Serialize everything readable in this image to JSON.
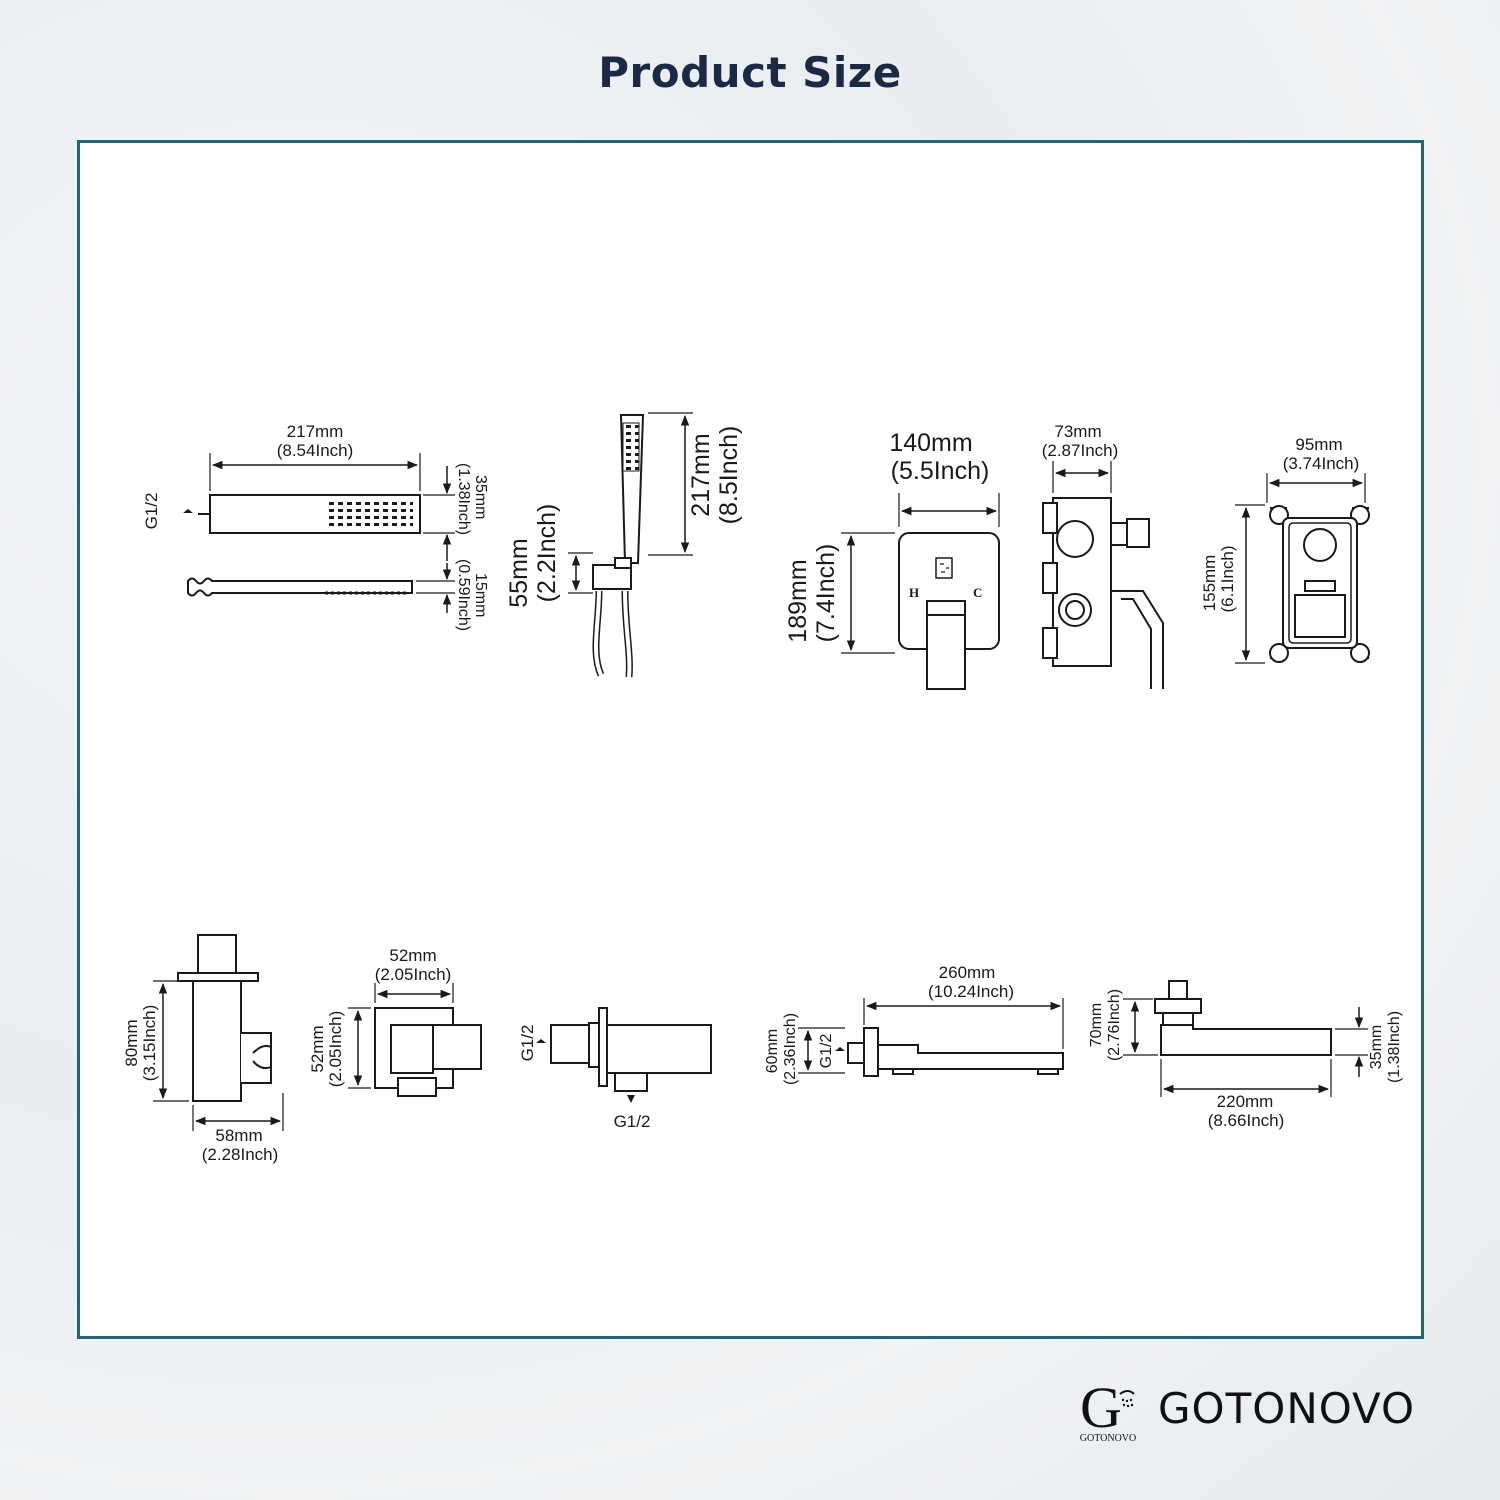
{
  "title": "Product Size",
  "brand": {
    "name": "GOTONOVO",
    "logo_text": "GOTONOVO",
    "logo_letter": "G"
  },
  "colors": {
    "title": "#1b2a44",
    "frame_border": "#1f6679",
    "line": "#1a1a1a"
  },
  "dims": {
    "hand_len": [
      "217mm",
      "(8.54Inch)"
    ],
    "hand_head": [
      "35mm",
      "(1.38Inch)"
    ],
    "hand_thick": [
      "15mm",
      "(0.59Inch)"
    ],
    "hand_thread": "G1/2",
    "holder_h": [
      "55mm",
      "(2.2Inch)"
    ],
    "hand_height": [
      "217mm",
      "(8.5Inch)"
    ],
    "plate_w": [
      "140mm",
      "(5.5Inch)"
    ],
    "plate_h": [
      "189mm",
      "(7.4Inch)"
    ],
    "plate_h_label": "H",
    "plate_c_label": "C",
    "valve_depth": [
      "73mm",
      "(2.87Inch)"
    ],
    "box_w": [
      "95mm",
      "(3.74Inch)"
    ],
    "box_h": [
      "155mm",
      "(6.1Inch)"
    ],
    "bracket_h": [
      "80mm",
      "(3.15Inch)"
    ],
    "bracket_w": [
      "58mm",
      "(2.28Inch)"
    ],
    "elbow_w": [
      "52mm",
      "(2.05Inch)"
    ],
    "elbow_h": [
      "52mm",
      "(2.05Inch)"
    ],
    "outlet_thread_left": "G1/2",
    "outlet_thread_bottom": "G1/2",
    "spout_len": [
      "260mm",
      "(10.24Inch)"
    ],
    "spout_h": [
      "60mm",
      "(2.36Inch)"
    ],
    "spout_thread": "G1/2",
    "spout2_h": [
      "70mm",
      "(2.76Inch)"
    ],
    "spout2_len": [
      "220mm",
      "(8.66Inch)"
    ],
    "spout2_thick": [
      "35mm",
      "(1.38Inch)"
    ]
  }
}
